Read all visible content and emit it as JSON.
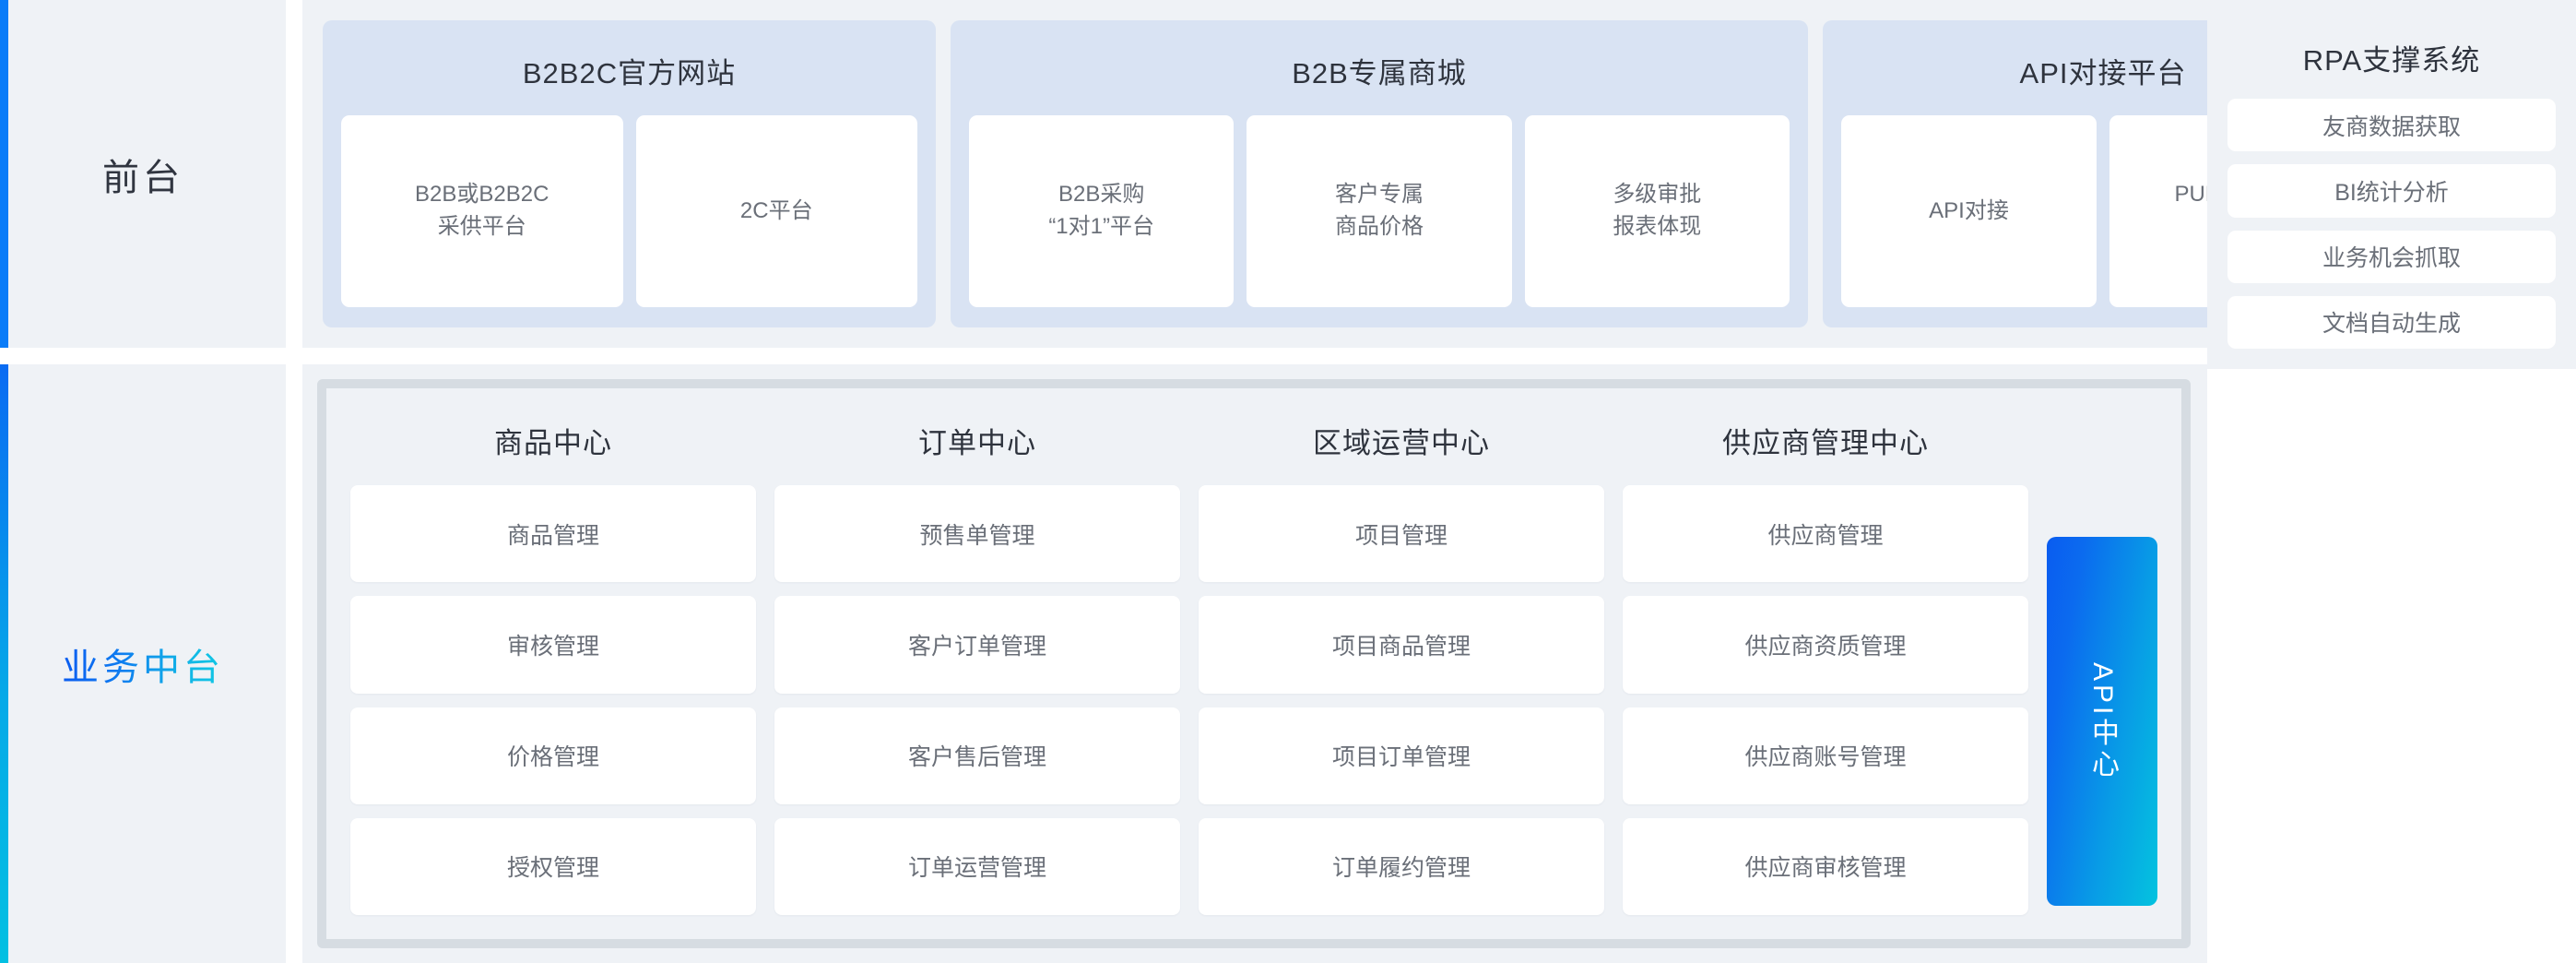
{
  "tiers": [
    {
      "label": "前台",
      "accent": "#0A7CF8"
    },
    {
      "label": "业务中台",
      "accent_from": "#0A5CF0",
      "accent_to": "#10C8E4"
    }
  ],
  "front_stage": {
    "groups": [
      {
        "title": "B2B2C官方网站",
        "cards": [
          "B2B或B2B2C\n采供平台",
          "2C平台"
        ]
      },
      {
        "title": "B2B专属商城",
        "cards": [
          "B2B采购\n“1对1”平台",
          "客户专属\n商品价格",
          "多级审批\n报表体现"
        ]
      },
      {
        "title": "API对接平台",
        "cards": [
          "API对接",
          "PUNCHOUT\n对接"
        ]
      }
    ]
  },
  "rpa": {
    "title": "RPA支撑系统",
    "cards": [
      "友商数据获取",
      "BI统计分析",
      "业务机会抓取",
      "文档自动生成"
    ]
  },
  "middle_platform": {
    "columns": [
      {
        "title": "商品中心",
        "items": [
          "商品管理",
          "审核管理",
          "价格管理",
          "授权管理"
        ]
      },
      {
        "title": "订单中心",
        "items": [
          "预售单管理",
          "客户订单管理",
          "客户售后管理",
          "订单运营管理"
        ]
      },
      {
        "title": "区域运营中心",
        "items": [
          "项目管理",
          "项目商品管理",
          "项目订单管理",
          "订单履约管理"
        ]
      },
      {
        "title": "供应商管理中心",
        "items": [
          "供应商管理",
          "供应商资质管理",
          "供应商账号管理",
          "供应商审核管理"
        ]
      }
    ],
    "api_center": {
      "label": "API中心",
      "gradient_from": "#0A5CF0",
      "gradient_to": "#04C3DF"
    }
  },
  "colors": {
    "page_bg": "#FFFFFF",
    "tier_bg": "#EFF2F6",
    "group_panel": "#D9E3F3",
    "card_bg": "#FFFFFF",
    "board_border": "#D6DCE2",
    "title_text": "#2E333D",
    "card_text": "#6A6F78"
  }
}
